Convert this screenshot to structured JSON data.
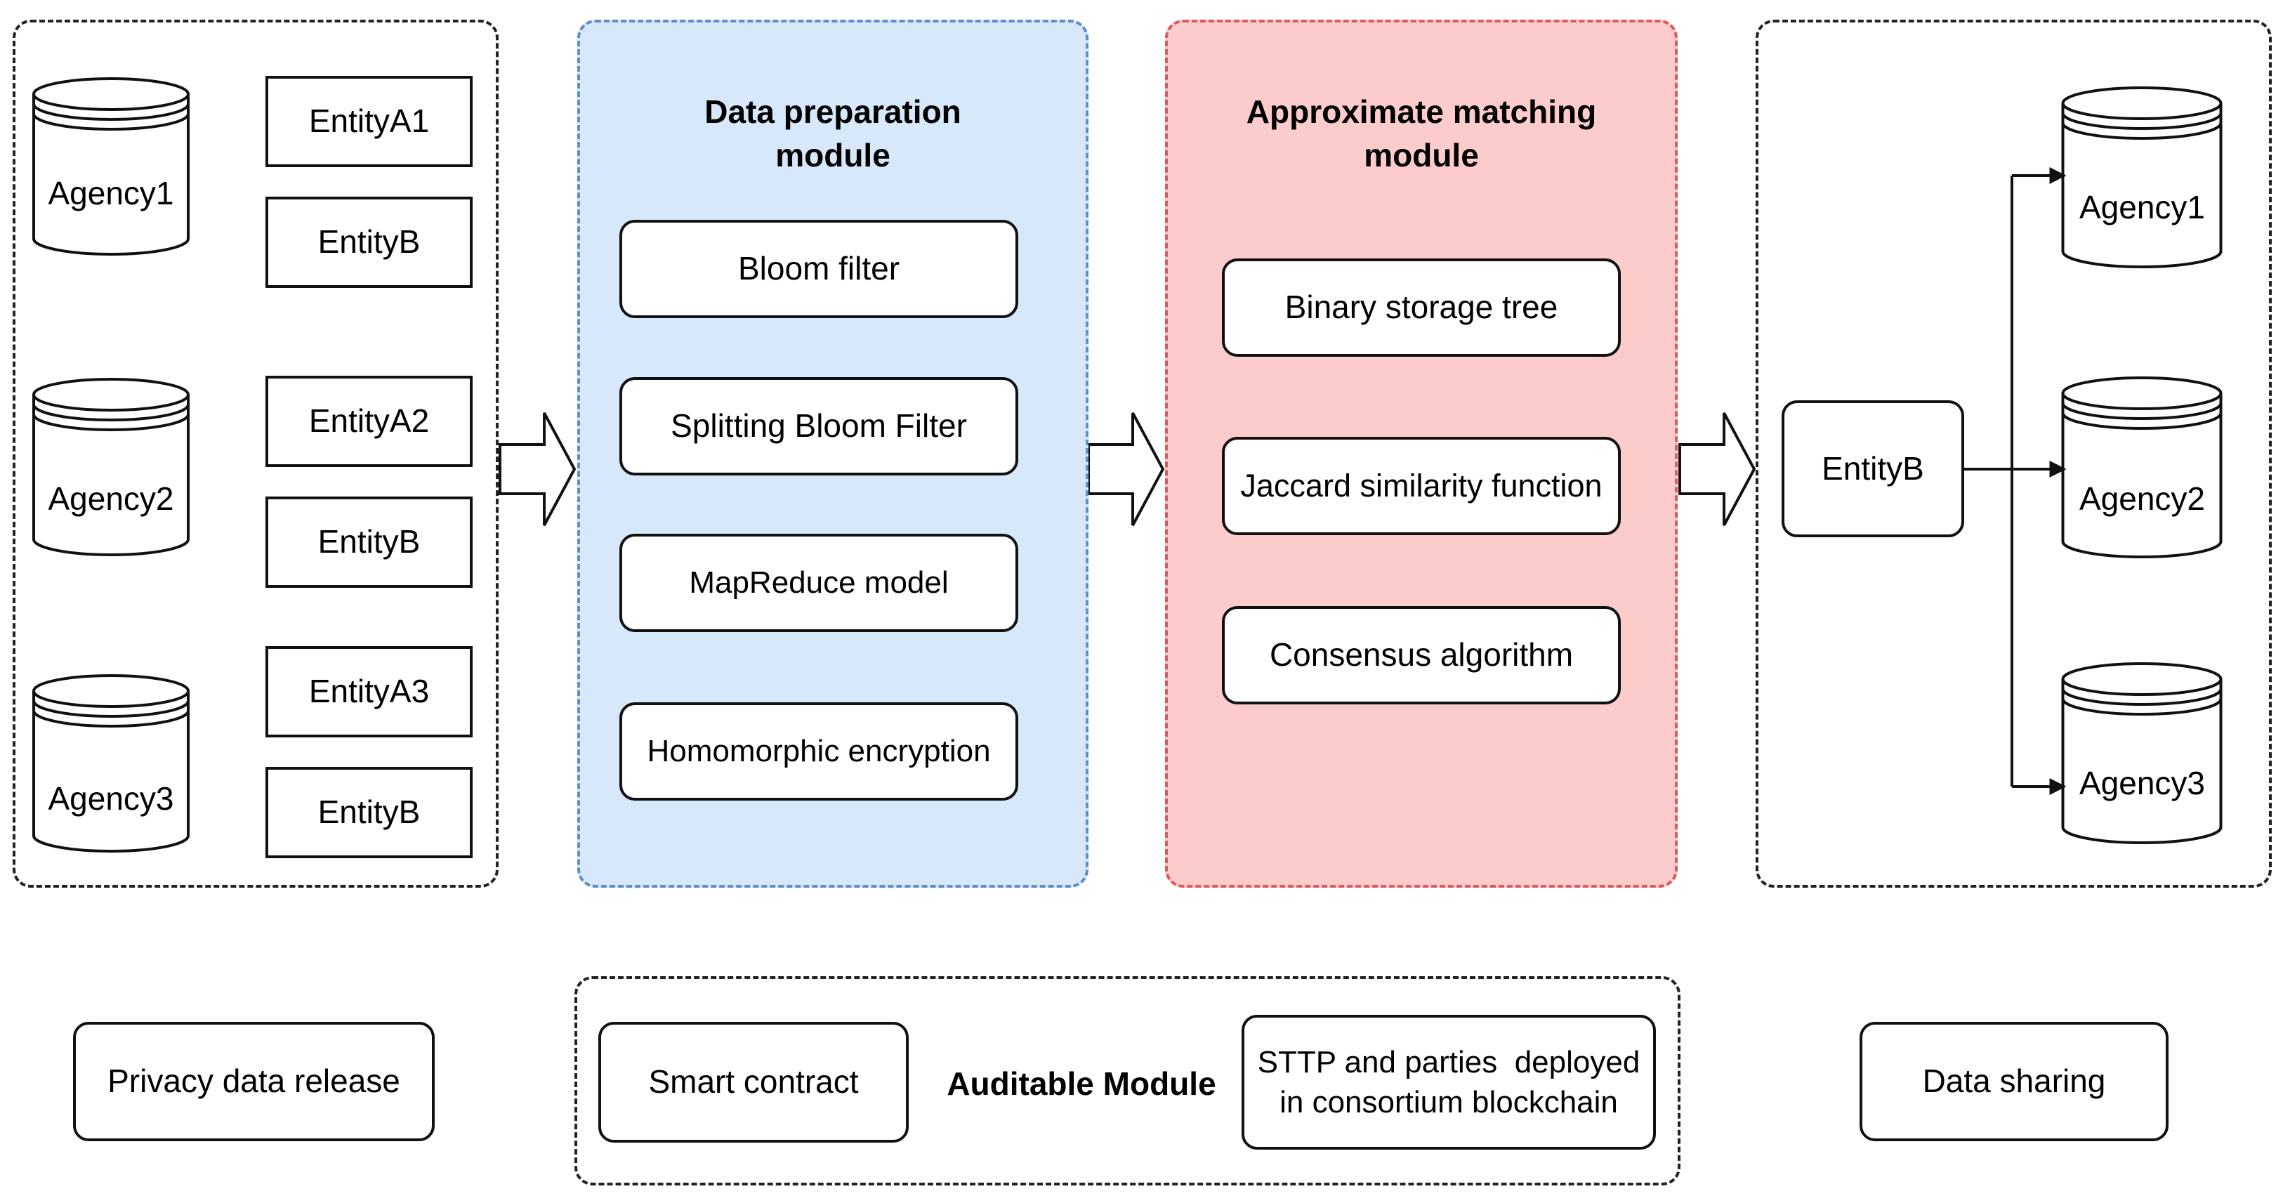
{
  "release": {
    "agencies": [
      "Agency1",
      "Agency2",
      "Agency3"
    ],
    "entities": [
      "EntityA1",
      "EntityB",
      "EntityA2",
      "EntityB",
      "EntityA3",
      "EntityB"
    ],
    "label": "Privacy data release"
  },
  "preparation": {
    "title_line1": "Data preparation",
    "title_line2": "module",
    "steps": [
      "Bloom filter",
      "Splitting Bloom Filter",
      "MapReduce model",
      "Homomorphic encryption"
    ],
    "fill_color": "#d6e8fa",
    "border_color": "#5b8fc7"
  },
  "matching": {
    "title_line1": "Approximate matching",
    "title_line2": "module",
    "items": [
      "Binary storage tree",
      "Jaccard similarity function",
      "Consensus algorithm"
    ],
    "fill_color": "#fccccc",
    "border_color": "#e05858"
  },
  "sharing": {
    "entity": "EntityB",
    "agencies": [
      "Agency1",
      "Agency2",
      "Agency3"
    ],
    "label": "Data sharing"
  },
  "auditable": {
    "left": "Smart contract",
    "title": "Auditable Module",
    "right_line1": "STTP and parties  deployed",
    "right_line2": "in consortium blockchain"
  }
}
